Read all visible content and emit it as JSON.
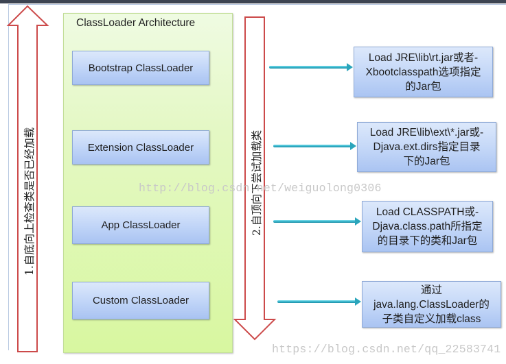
{
  "container": {
    "title": "ClassLoader Architecture",
    "loaders": [
      {
        "label": "Bootstrap ClassLoader"
      },
      {
        "label": "Extension ClassLoader"
      },
      {
        "label": "App ClassLoader"
      },
      {
        "label": "Custom ClassLoader"
      }
    ]
  },
  "arrows": {
    "up_label": "1.自底向上检查类是否已经加载",
    "down_label": "2.自顶向下尝试加载类"
  },
  "descriptions": [
    {
      "lines": [
        "Load JRE\\lib\\rt.jar或者-",
        "Xbootclasspath选项指定",
        "的Jar包"
      ]
    },
    {
      "lines": [
        "Load JRE\\lib\\ext\\*.jar或-",
        "Djava.ext.dirs指定目录",
        "下的Jar包"
      ]
    },
    {
      "lines": [
        "Load CLASSPATH或-",
        "Djava.class.path所指定",
        "的目录下的类和Jar包"
      ]
    },
    {
      "lines": [
        "通过",
        "java.lang.ClassLoader的",
        "子类自定义加载class"
      ]
    }
  ],
  "watermarks": {
    "middle": "http://blog.csdn.net/weiguolong0306",
    "bottom": "https://blog.csdn.net/qq_22583741"
  },
  "colors": {
    "arrow_outline": "#cc4a4a",
    "connector": "#3bb7cc",
    "container_fill": "#d8f7a0",
    "box_fill": "#c2d6f8"
  }
}
